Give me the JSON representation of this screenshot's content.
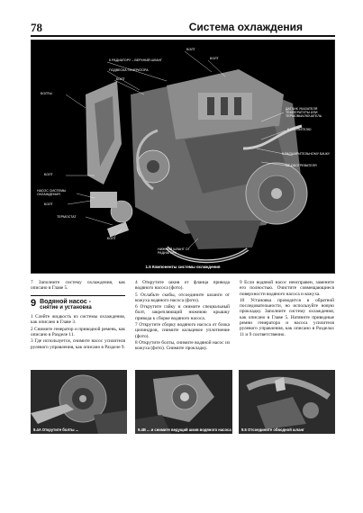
{
  "header": {
    "page_number": "78",
    "title": "Система охлаждения"
  },
  "figure_main": {
    "caption": "1.5 Компоненты системы охлаждения",
    "labels": {
      "radiator_top": "К радиатору – верхний шланг",
      "belt_guard": "Подвеска генератора",
      "bolt_top": "Болт",
      "bolt_top2": "Болт",
      "bolt_right": "Болт",
      "temp_sensor": "Датчик указателя температуры или термовыключатель",
      "heater": "К отопителю",
      "expansion": "К расширительному бачку",
      "from_tank": "От обогревателя",
      "bolts_left": "Болты",
      "bolt_left2": "Болт",
      "pump": "Насос системы охлаждения",
      "bolt_left3": "Болт",
      "thermostat": "Термостат",
      "bolt_bottom": "Болт",
      "lower_hose": "Нижний шланг от радиатора"
    }
  },
  "column1": {
    "p_top": "7 Заполните систему охлаждения, как описано в Главе 5.",
    "section_number": "9",
    "section_title": "Водяной насос -",
    "section_subtitle": "снятие и установка",
    "p1": "1 Слейте жидкость из системы охлаждения, как описано в Главе 3.",
    "p2": "2 Снимите генератор и приводной ремень, как описано в Разделе 11.",
    "p3": "3 Где используется, снимите насос усилителя рулевого управления, как описано в Разделе 9."
  },
  "column2": {
    "p4": "4 Открутите шкив от фланца привода водяного насоса (фото).",
    "p5": "5 Ослабьте скобы, отсоедините шланги от кожуха водяного насоса (фото).",
    "p6": "6 Открутите гайку и снимите специальный болт, закрепляющий нижнюю крышку привода к сборке водяного насоса.",
    "p7": "7 Открутите сборку водяного насоса от блока цилиндров, снимите кольцевое уплотнение (фото).",
    "p8": "8 Открутите болты, снимите водяной насос из кожуха (фото). Снимите прокладку."
  },
  "column3": {
    "p9": "9 Если водяной насос неисправен, замените его полностью. Очистите совмещающиеся поверхности водяного насоса и кожуха.",
    "p10": "10 Установка проводится в обратной последовательности, но используйте новую прокладку. Заполните систему охлаждения, как описано в Главе 5. Натяните приводные ремни генератора и насоса усилителя рулевого управления, как описано в Разделах 11 и 9 соответственно."
  },
  "photos": [
    {
      "caption": "9.4A Открутите болты ..."
    },
    {
      "caption": "9.4B ... и снимите ведущий шкив водяного насоса"
    },
    {
      "caption": "9.5 Отсоедините обводной шланг"
    }
  ]
}
